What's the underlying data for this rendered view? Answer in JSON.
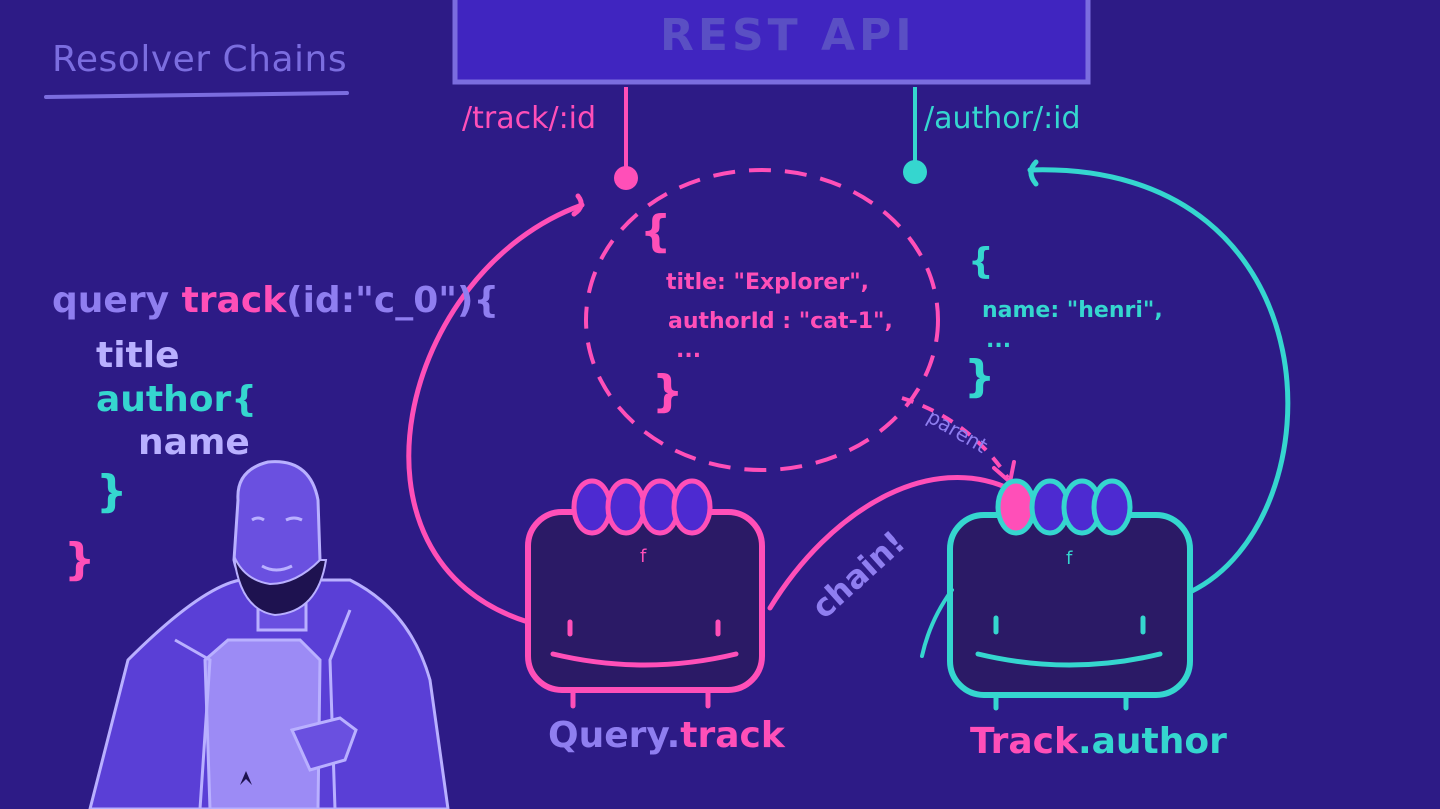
{
  "header": {
    "title": "Resolver Chains"
  },
  "api": {
    "label": "REST API",
    "endpoint_track": "/track/:id",
    "endpoint_author": "/author/:id"
  },
  "query": {
    "keyword": "query",
    "field": "track",
    "args": "(id:\"c_0\"){",
    "line_title": "title",
    "line_author": "author{",
    "line_name": "name",
    "close_inner": "}",
    "close_outer": "}"
  },
  "track_object": {
    "open": "{",
    "line1": "title: \"Explorer\",",
    "line2": "authorId : \"cat-1\",",
    "line3": "...",
    "close": "}"
  },
  "author_object": {
    "open": "{",
    "line1": "name: \"henri\",",
    "line2": "...",
    "close": "}"
  },
  "arrows": {
    "parent_label": "parent",
    "chain_label": "chain!"
  },
  "resolvers": {
    "left_fn": "f",
    "right_fn": "f",
    "left_name_a": "Query.",
    "left_name_b": "track",
    "right_name_a": "Track",
    "right_name_b": ".author"
  },
  "colors": {
    "background": "#2d1b86",
    "pink": "#ff4fb8",
    "teal": "#35d6cf",
    "purple": "#8f7ef0",
    "lavender": "#b9b0ff",
    "api_box": "#4025c0"
  }
}
